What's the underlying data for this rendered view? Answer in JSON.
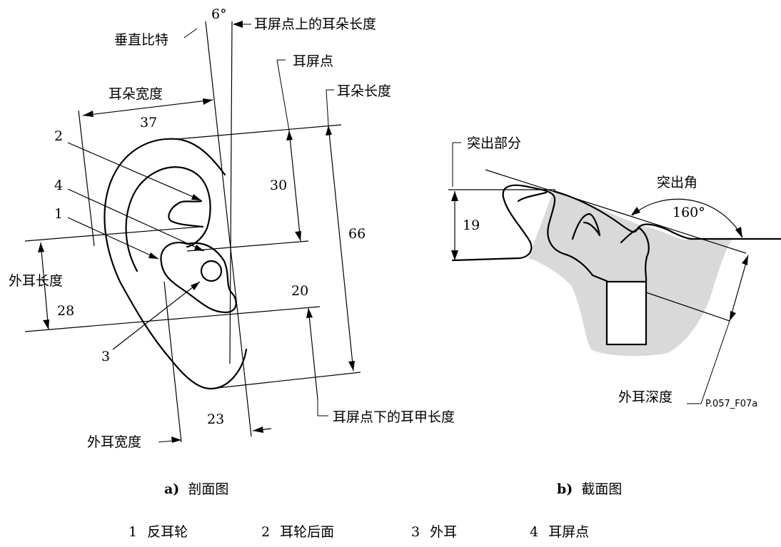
{
  "panel_a": {
    "labels": {
      "angle": "6°",
      "vertical_bit": "垂直比特",
      "ear_length_at_tragus": "耳屏点上的耳朵长度",
      "tragus_point": "耳屏点",
      "ear_length": "耳朵长度",
      "ear_width": "耳朵宽度",
      "concha_length": "外耳长度",
      "concha_width": "外耳宽度",
      "concha_length_below_tragus": "耳屏点下的耳甲长度"
    },
    "values": {
      "ear_width": "37",
      "tragus_height": "30",
      "ear_length": "66",
      "below_tragus": "20",
      "concha_length": "28",
      "concha_width": "23"
    },
    "callouts": [
      "2",
      "4",
      "1",
      "3"
    ],
    "caption_prefix": "a)",
    "caption": "剖面图"
  },
  "panel_b": {
    "labels": {
      "protrusion": "突出部分",
      "protrusion_angle": "突出角",
      "angle_value": "160°",
      "value_19": "19",
      "concha_depth": "外耳深度",
      "figure_code": "P.057_F07a"
    },
    "caption_prefix": "b)",
    "caption": "截面图"
  },
  "legend": [
    {
      "num": "1",
      "text": "反耳轮"
    },
    {
      "num": "2",
      "text": "耳轮后面"
    },
    {
      "num": "3",
      "text": "外耳"
    },
    {
      "num": "4",
      "text": "耳屏点"
    }
  ],
  "colors": {
    "line": "#000000",
    "shade": "#d9d9d9",
    "background": "#ffffff"
  }
}
